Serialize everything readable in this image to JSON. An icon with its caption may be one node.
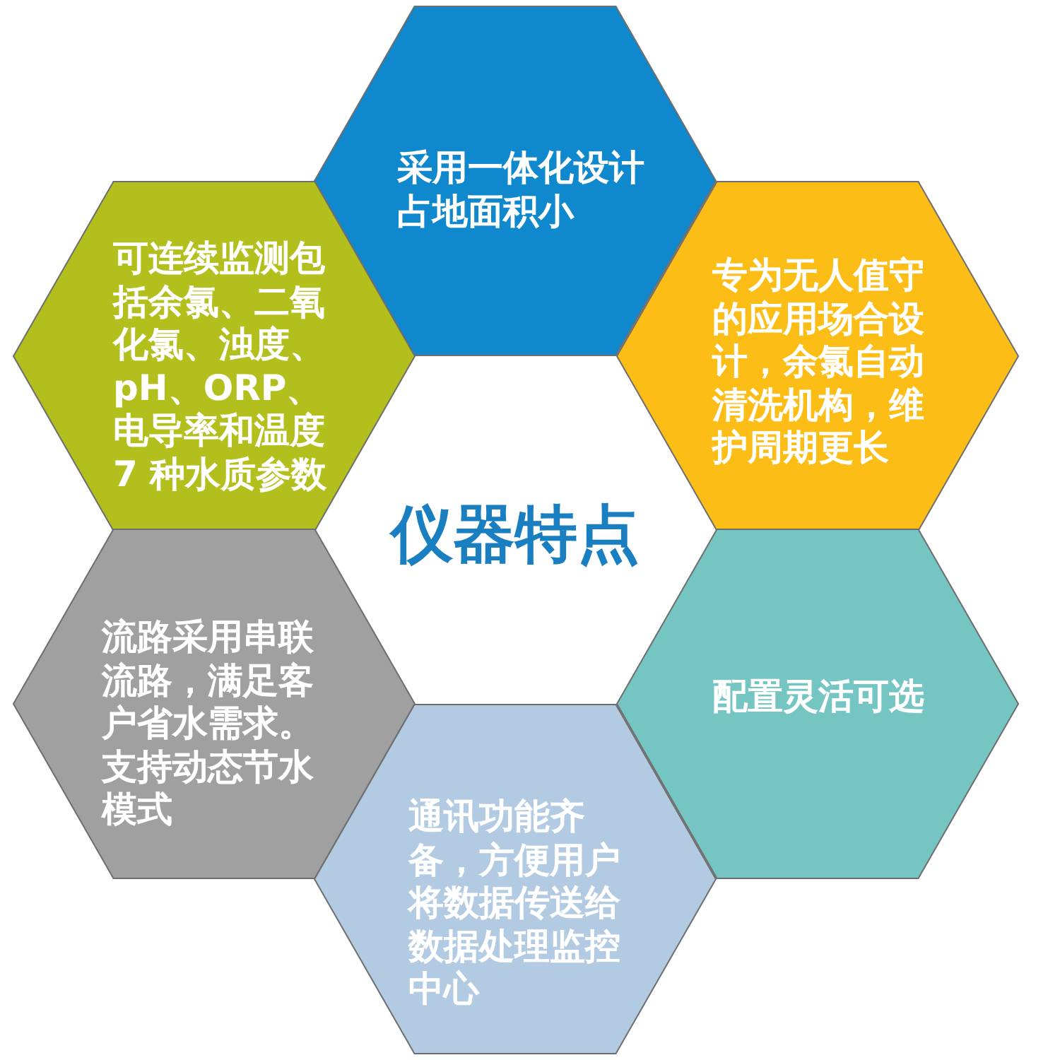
{
  "diagram": {
    "title": "仪器特点",
    "nodes": [
      {
        "text": [
          "采用一体化设计占地面积小"
        ]
      },
      {
        "text": [
          "可连续监测包括余氯、二氧化氯、浊度、pH、ORP、电导率和温度7 种水质参数"
        ]
      },
      {
        "text": [
          "专为无人值守的应用场合设计，余氯自动清洗机构，维护周期更长"
        ]
      },
      {
        "text": [
          "流路采用串联流路，满足客户省水需求。支持动态节水模式"
        ]
      },
      {
        "text": [
          "配置灵活可选"
        ]
      },
      {
        "text": [
          "通讯功能齐备，方便用户将数据传送给数据处理监控中心"
        ]
      }
    ]
  }
}
